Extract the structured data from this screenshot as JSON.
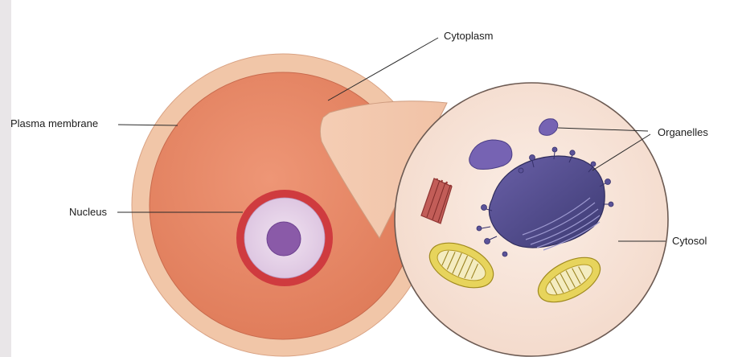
{
  "labels": {
    "cytoplasm": "Cytoplasm",
    "plasma_membrane": "Plasma membrane",
    "nucleus": "Nucleus",
    "organelles": "Organelles",
    "cytosol": "Cytosol"
  },
  "colors": {
    "page_background": "#ffffff",
    "left_margin_tint": "#e9e6e8",
    "membrane_ring": "#f1c6a8",
    "cytoplasm_fill": "#e98a68",
    "cytosol_fill": "#f6e2d6",
    "nuclear_envelope": "#cf3b3f",
    "nucleus_fill": "#e8d4ea",
    "nucleolus": "#8a5aa8",
    "organelle_violet": "#7663b3",
    "golgi_dark": "#4e4a88",
    "mitochondrion_outer": "#e7d45c",
    "mitochondrion_inner": "#c6ab2a",
    "rough_er_red": "#b44a48",
    "leader_line": "#2a2a2a"
  }
}
